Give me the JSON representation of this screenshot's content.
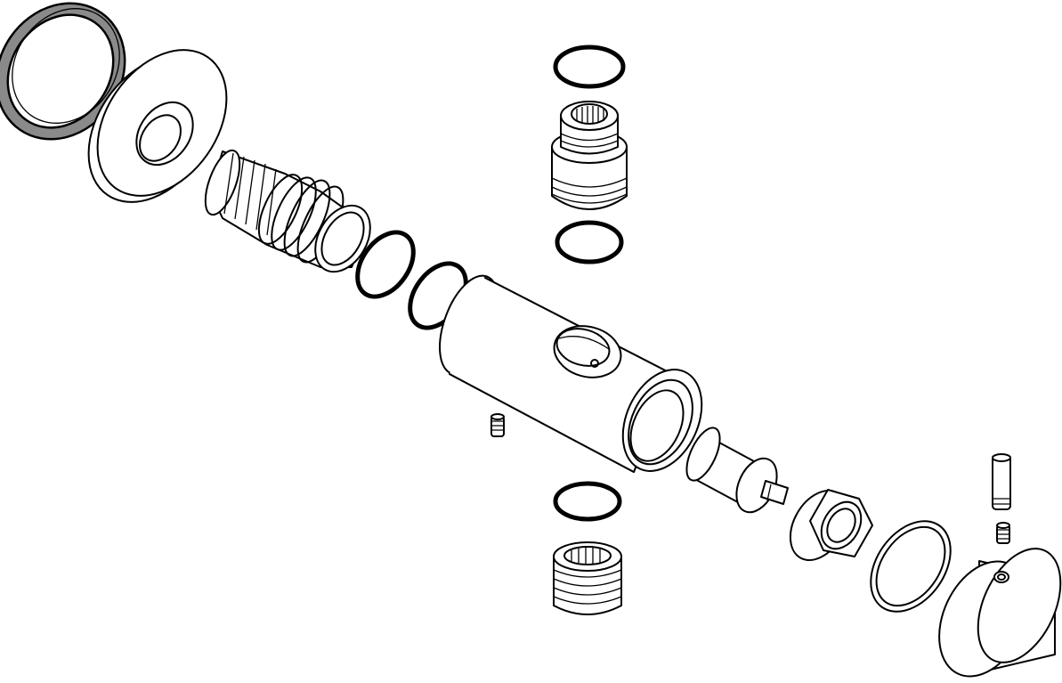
{
  "diagram": {
    "type": "exploded-view",
    "labels": [],
    "colors": {
      "line": "#000000",
      "background": "#ffffff",
      "gasket_fill": "#8a8a8a"
    },
    "parts": [
      "gasket-ring",
      "cover-plate",
      "threaded-nipple",
      "o-ring-left-1",
      "o-ring-left-2",
      "o-ring-top-upper",
      "top-cartridge",
      "o-ring-top-lower",
      "valve-body",
      "set-screw-left",
      "o-ring-bottom",
      "bottom-cartridge",
      "valve-cartridge",
      "hex-bushing",
      "cover-ring",
      "control-knob",
      "knob-pin",
      "knob-set-screw"
    ]
  }
}
